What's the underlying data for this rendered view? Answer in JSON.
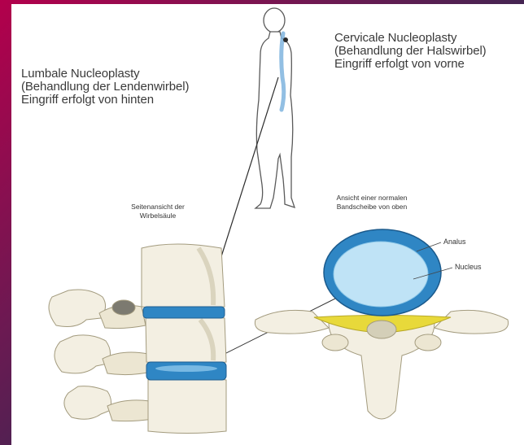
{
  "labels": {
    "lumbar": [
      "Lumbale Nucleoplasty",
      "(Behandlung der Lendenwirbel)",
      "Eingriff erfolgt von hinten"
    ],
    "cervical": [
      "Cervicale Nucleoplasty",
      "(Behandlung der Halswirbel)",
      "Eingriff erfolgt von vorne"
    ],
    "side_view": [
      "Seitenansicht der",
      "Wirbelsäule"
    ],
    "top_view": [
      "Ansicht einer normalen",
      "Bandscheibe von oben"
    ],
    "annulus": "Analus",
    "nucleus": "Nucleus"
  },
  "colors": {
    "frame_accent": "#b3004c",
    "disc_blue": "#2f86c4",
    "nucleus_light": "#bfe3f6",
    "bone": "#f3efe2",
    "bone_shadow": "#c9c2a6",
    "spinal_cord": "#e8d93a"
  }
}
